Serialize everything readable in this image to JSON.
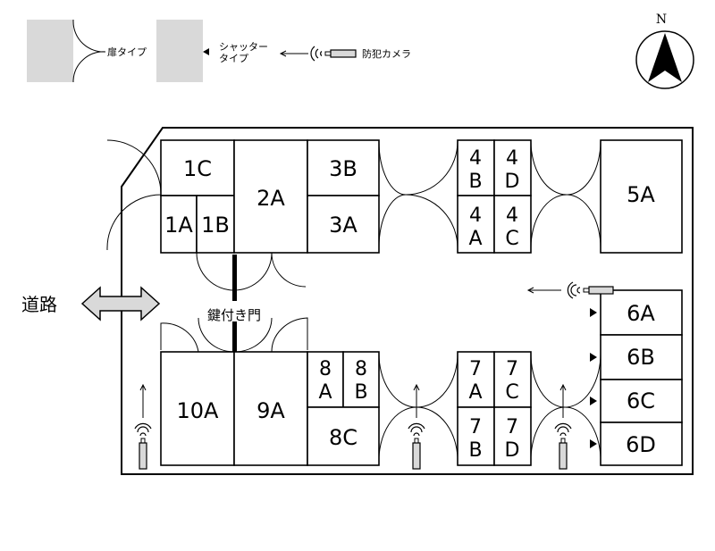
{
  "legend": {
    "door_type_label": "扉タイプ",
    "shutter_type_label_1": "シャッター",
    "shutter_type_label_2": "タイプ",
    "camera_label": "防犯カメラ"
  },
  "compass": {
    "north_label": "N"
  },
  "road_label": "道路",
  "gate_label": "鍵付き門",
  "units": {
    "u1C": "1C",
    "u1A": "1A",
    "u1B": "1B",
    "u2A": "2A",
    "u3B": "3B",
    "u3A": "3A",
    "u4B_1": "4",
    "u4B_2": "B",
    "u4D_1": "4",
    "u4D_2": "D",
    "u4A_1": "4",
    "u4A_2": "A",
    "u4C_1": "4",
    "u4C_2": "C",
    "u5A": "5A",
    "u6A": "6A",
    "u6B": "6B",
    "u6C": "6C",
    "u6D": "6D",
    "u10A": "10A",
    "u9A": "9A",
    "u8A_1": "8",
    "u8A_2": "A",
    "u8B_1": "8",
    "u8B_2": "B",
    "u8C": "8C",
    "u7A_1": "7",
    "u7A_2": "A",
    "u7C_1": "7",
    "u7C_2": "C",
    "u7B_1": "7",
    "u7B_2": "B",
    "u7D_1": "7",
    "u7D_2": "D"
  },
  "colors": {
    "legend_gray": "#d9d9d9",
    "line": "#000000"
  }
}
